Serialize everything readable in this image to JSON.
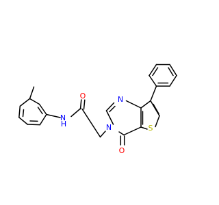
{
  "molecule": {
    "atoms": {
      "n_amide": {
        "symbol": "N",
        "color": "#0000ff"
      },
      "h_amide": {
        "symbol": "H",
        "color": "#0000ff"
      },
      "o_amide": {
        "symbol": "O",
        "color": "#ff0000"
      },
      "n3": {
        "symbol": "N",
        "color": "#0000ff"
      },
      "n1": {
        "symbol": "N",
        "color": "#0000ff"
      },
      "s": {
        "symbol": "S",
        "color": "#b8b800"
      },
      "o4": {
        "symbol": "O",
        "color": "#ff0000"
      }
    },
    "bond_color": "#000000"
  }
}
